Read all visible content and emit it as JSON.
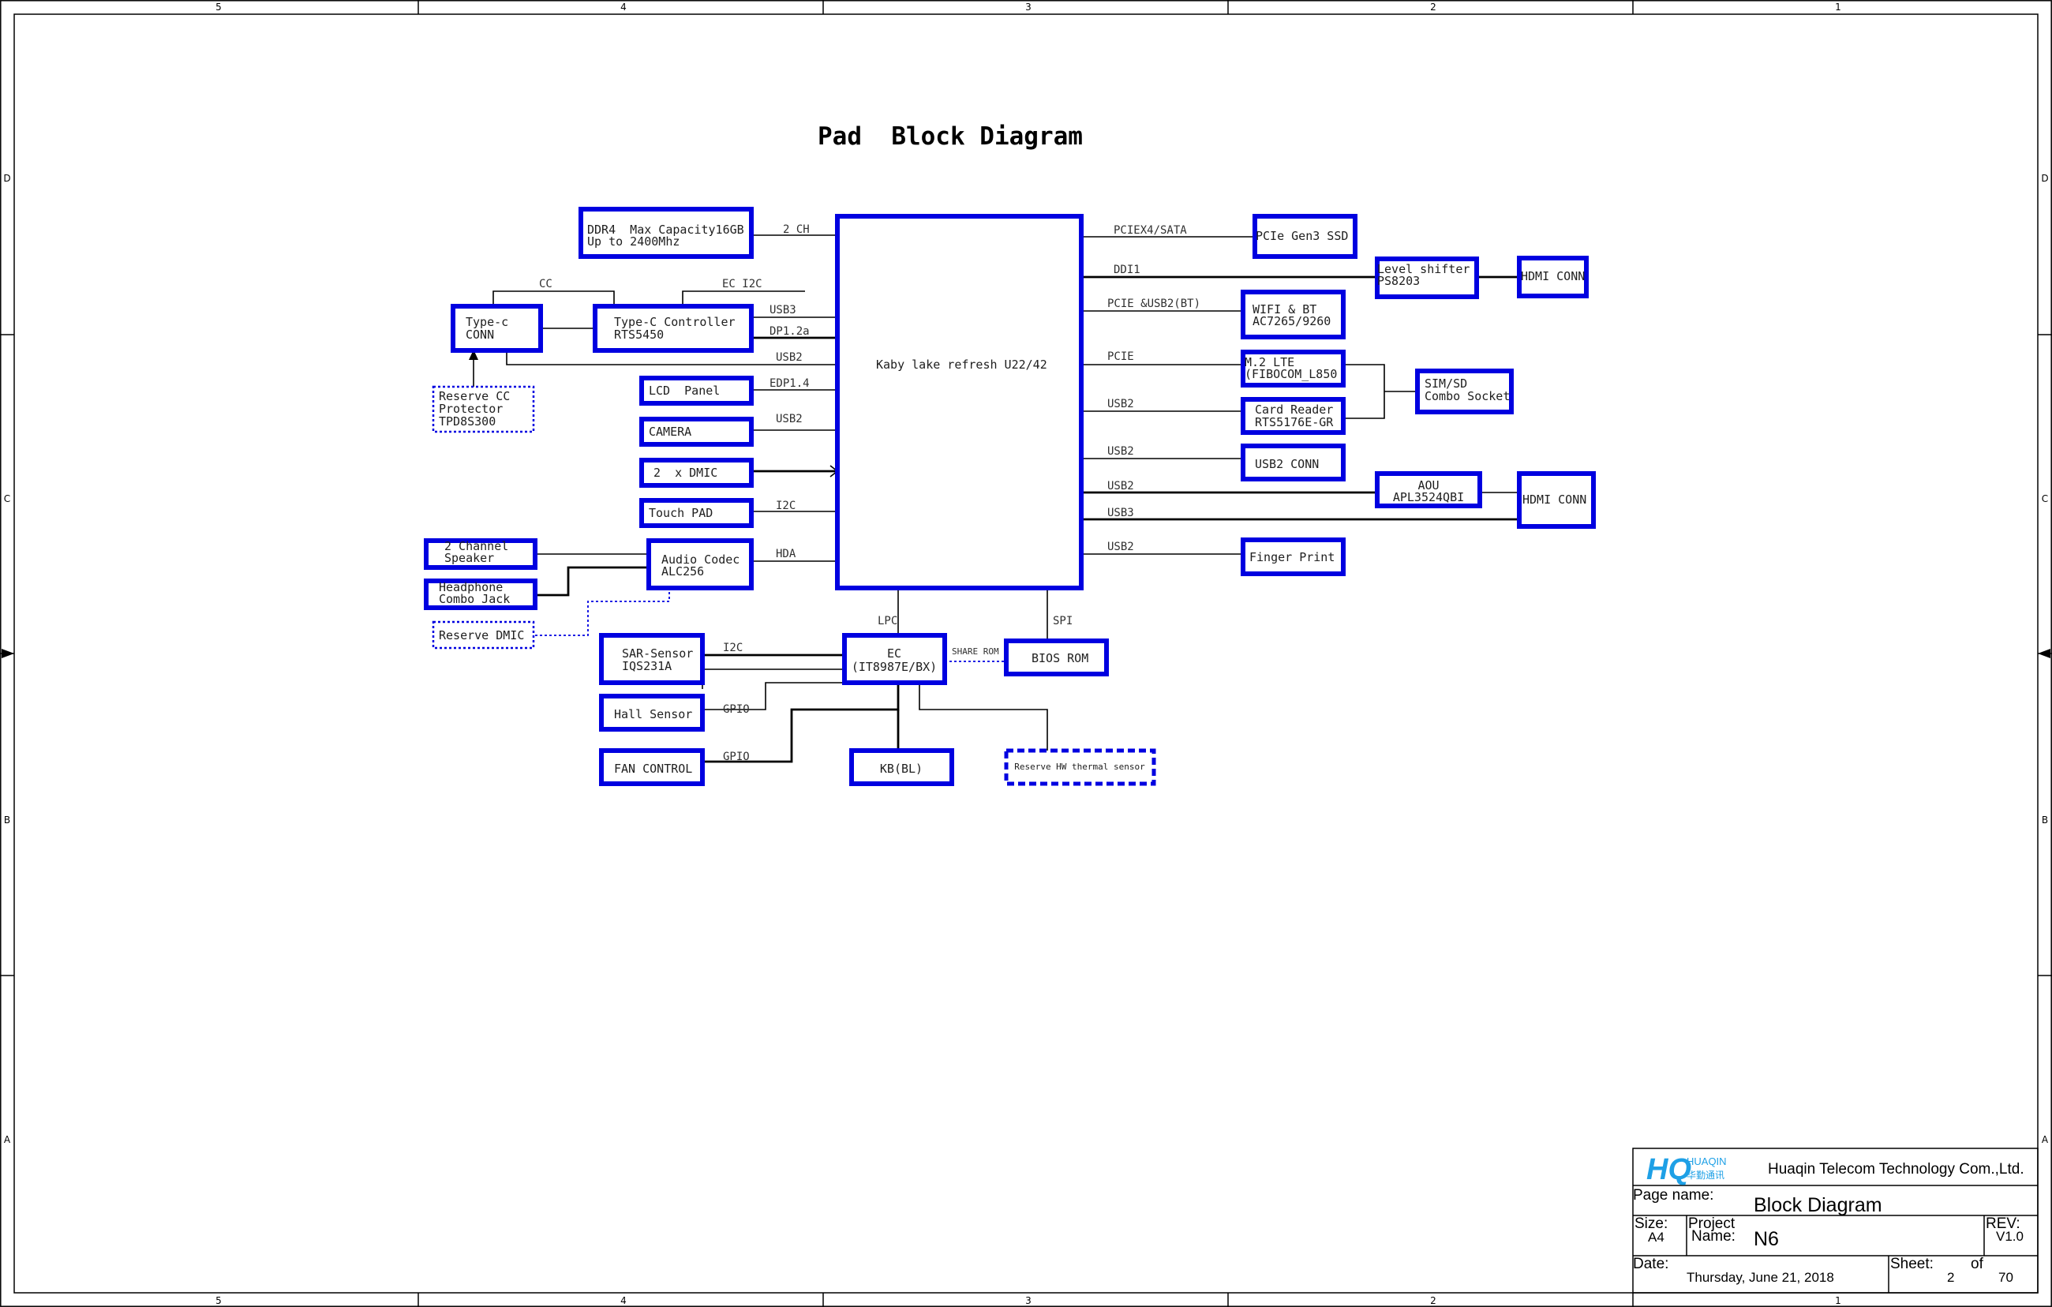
{
  "title": "Pad  Block Diagram",
  "zones": {
    "cols": [
      "5",
      "4",
      "3",
      "2",
      "1"
    ],
    "rows": [
      "D",
      "C",
      "B",
      "A"
    ]
  },
  "cpu": {
    "label": "Kaby lake refresh U22/42"
  },
  "left": {
    "ddr4": [
      "DDR4  Max Capacity16GB",
      "Up to 2400Mhz"
    ],
    "ddr4_sig": "2 CH",
    "typec_conn": [
      "Type-c",
      "CONN"
    ],
    "typec_ctrl": [
      "Type-C Controller",
      "RTS5450"
    ],
    "cc_sig": "CC",
    "ec_i2c_sig": "EC I2C",
    "usb3_sig": "USB3",
    "dp_sig": "DP1.2a",
    "usb2_typec_sig": "USB2",
    "reserve_cc": [
      "Reserve CC",
      "Protector",
      "TPD8S300"
    ],
    "lcd": "LCD  Panel",
    "lcd_sig": "EDP1.4",
    "camera": "CAMERA",
    "camera_sig": "USB2",
    "dmic": "2  x DMIC",
    "touchpad": "Touch PAD",
    "touchpad_sig": "I2C",
    "speaker": [
      "2 Channel",
      "Speaker"
    ],
    "headphone": [
      "Headphone",
      "Combo Jack"
    ],
    "audio_codec": [
      "Audio Codec",
      "ALC256"
    ],
    "hda_sig": "HDA",
    "reserve_dmic": "Reserve DMIC"
  },
  "right": {
    "pcie_sata_sig": "PCIEX4/SATA",
    "ssd": "PCIe Gen3 SSD",
    "ddi1_sig": "DDI1",
    "level_shifter": [
      "Level shifter",
      "PS8203"
    ],
    "hdmi_conn_top": "HDMI CONN",
    "wifi_sig": "PCIE &USB2(BT)",
    "wifi": [
      "WIFI & BT",
      "AC7265/9260"
    ],
    "pcie_sig": "PCIE",
    "lte": [
      "M.2 LTE",
      "(FIBOCOM_L850"
    ],
    "sim": [
      "SIM/SD",
      "Combo Socket"
    ],
    "card_sig": "USB2",
    "card_reader": [
      "Card Reader",
      "RTS5176E-GR"
    ],
    "usb2conn_sig": "USB2",
    "usb2_conn": "USB2 CONN",
    "aou_sig": "USB2",
    "aou": [
      "AOU",
      "APL3524QBI"
    ],
    "usb3_sig": "USB3",
    "hdmi_conn_bottom": "HDMI CONN",
    "finger_sig": "USB2",
    "finger": "Finger Print"
  },
  "bottom": {
    "lpc_sig": "LPC",
    "spi_sig": "SPI",
    "ec": [
      "EC",
      "(IT8987E/BX)"
    ],
    "share_rom_sig": "SHARE ROM",
    "bios": "BIOS ROM",
    "sar": [
      "SAR-Sensor",
      "IQS231A"
    ],
    "sar_sig": "I2C",
    "hall": "Hall Sensor",
    "hall_sig": "GPIO",
    "fan": "FAN CONTROL",
    "fan_sig": "GPIO",
    "kb": "KB(BL)",
    "thermal": "Reserve HW thermal sensor"
  },
  "title_block": {
    "logo_text": "HUAQIN",
    "logo_cn": "华勤通讯",
    "company": "Huaqin Telecom Technology Com.,Ltd.",
    "page_name_label": "Page name:",
    "page_name": "Block Diagram",
    "size_label": "Size:",
    "size": "A4",
    "project_label_1": "Project",
    "project_label_2": "Name:",
    "project": "N6",
    "rev_label": "REV:",
    "rev": "V1.0",
    "date_label": "Date:",
    "date": "Thursday, June 21, 2018",
    "sheet_label": "Sheet:",
    "sheet": "2",
    "of_label": "of",
    "total": "70"
  },
  "colors": {
    "block": "#0000e0",
    "wire": "#000000"
  }
}
